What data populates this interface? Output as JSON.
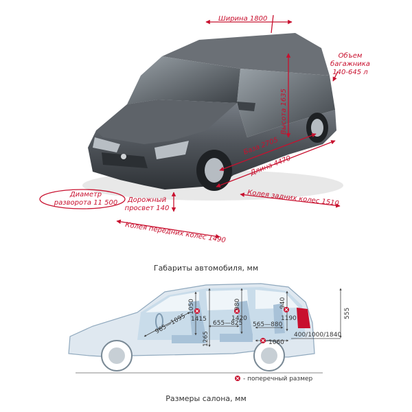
{
  "top": {
    "caption": "Габариты автомобиля, мм",
    "labels": {
      "width": "Ширина 1800",
      "trunk_line1": "Объем",
      "trunk_line2": "багажника",
      "trunk_line3": "140-645 л",
      "height": "Высота 1635",
      "wheelbase": "База 2705",
      "length": "Длина 4470",
      "rear_track": "Колея задних колес 1510",
      "turning_line1": "Диаметр",
      "turning_line2": "разворота 11 500",
      "clearance_line1": "Дорожный",
      "clearance_line2": "просвет 140",
      "front_track": "Колея передних колес 1490"
    }
  },
  "bottom": {
    "caption": "Размеры салона, мм",
    "legend": "- поперечный размер",
    "dims": {
      "d1050": "1050",
      "d1415": "1415",
      "d980": "980",
      "d1420": "1420",
      "d940": "940",
      "d1190": "1190",
      "d965_1095": "965—1095",
      "d655_825": "655—825",
      "d565_880": "565—880",
      "d1265": "1265",
      "d555": "555",
      "d400": "400/1000/1840",
      "d1060": "1060"
    }
  },
  "colors": {
    "accent": "#c8102e",
    "body_gray": "#555a60",
    "interior_blue": "#c9dcea"
  }
}
